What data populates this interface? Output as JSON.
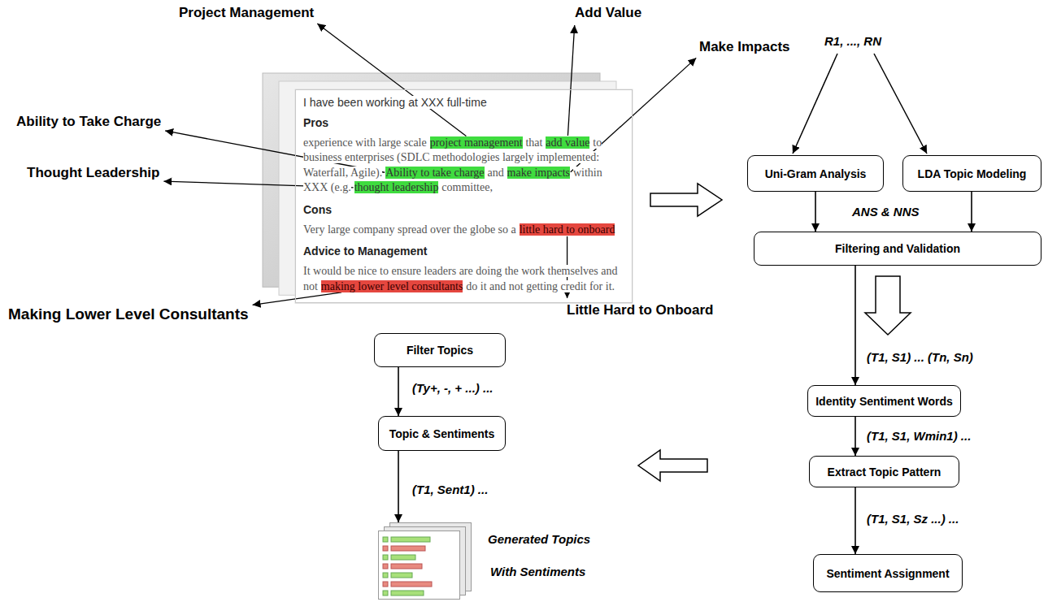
{
  "diagram": {
    "nodes": [
      {
        "text": [
          "I have been working at XXX full-time",
          "Pros",
          "experience with large scale",
          "project management",
          "that",
          "add value",
          "to business enterprises (SDLC methodologies largely implemented: Waterfall, Agile).",
          "Ability to take charge",
          "and",
          "make impacts",
          "within XXX (e.g.",
          "thought leadership",
          "committee,",
          "Cons",
          "Very large company spread over the globe so a",
          "little hard to onboard",
          "Advice to Management",
          "It would be nice to ensure leaders are doing the work themselves and not",
          "making lower level consultants",
          "do it and not getting credit for it."
        ]
      },
      {
        "text": [
          "Uni-Gram Analysis"
        ]
      },
      {
        "text": [
          "LDA Topic Modeling"
        ]
      },
      {
        "text": [
          "Filtering and Validation"
        ]
      },
      {
        "text": [
          "Identity Sentiment Words"
        ]
      },
      {
        "text": [
          "Extract Topic Pattern"
        ]
      },
      {
        "text": [
          "Sentiment Assignment"
        ]
      },
      {
        "text": [
          "Filter Topics"
        ]
      },
      {
        "text": [
          "Topic & Sentiments"
        ]
      },
      {
        "text": [
          "Generated Topics",
          "With Sentiments"
        ]
      }
    ],
    "edges": [
      {
        "from": 1,
        "to": 3,
        "arrow": "to"
      },
      {
        "from": 2,
        "to": 3,
        "arrow": "to"
      },
      {
        "from": 3,
        "to": 4,
        "arrow": "to",
        "label": "(T1, S1) ... (Tn, Sn)"
      },
      {
        "from": 4,
        "to": 5,
        "arrow": "to",
        "label": "(T1, S1, Wmin1) ..."
      },
      {
        "from": 5,
        "to": 6,
        "arrow": "to",
        "label": "(T1, S1, Sz ...) ..."
      },
      {
        "from": 7,
        "to": 8,
        "arrow": "to",
        "label": "(Ty+, -, + ...) ..."
      },
      {
        "from": 8,
        "to": 9,
        "arrow": "to",
        "label": "(T1, Sent1) ..."
      }
    ],
    "labels": [
      "Project Management",
      "Add Value",
      "Make Impacts",
      "Ability to Take Charge",
      "Thought Leadership",
      "Making Lower Level Consultants",
      "Little Hard to Onboard",
      "R1, ..., RN",
      "ANS & NNS"
    ]
  }
}
